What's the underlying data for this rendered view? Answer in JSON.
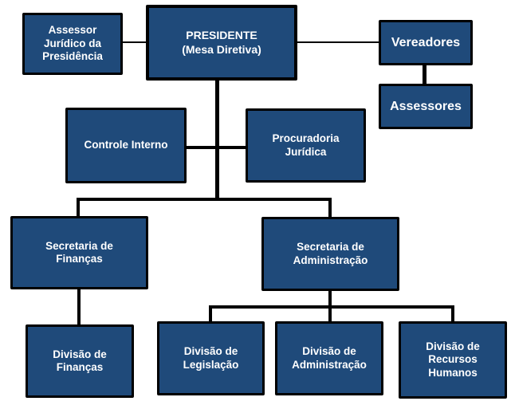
{
  "page": {
    "background_color": "#FFFFFF"
  },
  "theme": {
    "node_fill_color": "#1F4A7A",
    "node_border_color": "#000000",
    "node_text_color": "#FFFFFF",
    "connector_color": "#000000"
  },
  "org_chart": {
    "nodes": [
      {
        "id": "assessor-juridico",
        "label": "Assessor\nJurídico da\nPresidência"
      },
      {
        "id": "presidente",
        "label": "PRESIDENTE\n(Mesa Diretiva)"
      },
      {
        "id": "vereadores",
        "label": "Vereadores"
      },
      {
        "id": "assessores",
        "label": "Assessores"
      },
      {
        "id": "controle-interno",
        "label": "Controle Interno"
      },
      {
        "id": "procuradoria-juridica",
        "label": "Procuradoria\nJurídica"
      },
      {
        "id": "secretaria-financas",
        "label": "Secretaria de\nFinanças"
      },
      {
        "id": "secretaria-administracao",
        "label": "Secretaria de\nAdministração"
      },
      {
        "id": "divisao-financas",
        "label": "Divisão de\nFinanças"
      },
      {
        "id": "divisao-legislacao",
        "label": "Divisão de\nLegislação"
      },
      {
        "id": "divisao-administracao",
        "label": "Divisão de\nAdministração"
      },
      {
        "id": "divisao-recursos-humanos",
        "label": "Divisão de\nRecursos\nHumanos"
      }
    ],
    "edges": [
      {
        "from": "assessor-juridico",
        "to": "presidente"
      },
      {
        "from": "presidente",
        "to": "vereadores"
      },
      {
        "from": "vereadores",
        "to": "assessores"
      },
      {
        "from": "presidente",
        "to": "controle-interno"
      },
      {
        "from": "presidente",
        "to": "procuradoria-juridica"
      },
      {
        "from": "presidente",
        "to": "secretaria-financas"
      },
      {
        "from": "presidente",
        "to": "secretaria-administracao"
      },
      {
        "from": "secretaria-financas",
        "to": "divisao-financas"
      },
      {
        "from": "secretaria-administracao",
        "to": "divisao-legislacao"
      },
      {
        "from": "secretaria-administracao",
        "to": "divisao-administracao"
      },
      {
        "from": "secretaria-administracao",
        "to": "divisao-recursos-humanos"
      }
    ]
  }
}
